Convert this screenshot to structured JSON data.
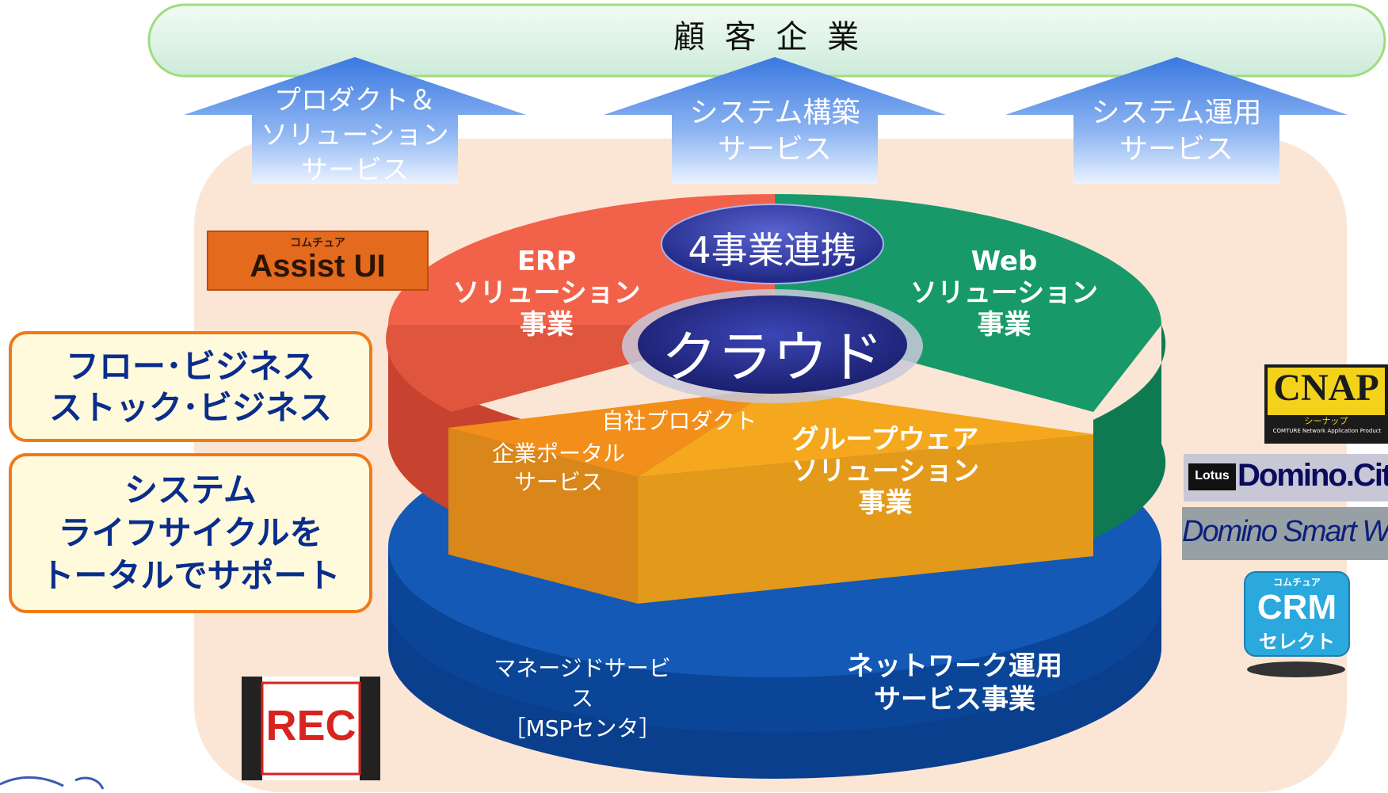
{
  "customer": {
    "label": "顧 客 企 業"
  },
  "arrows": [
    {
      "lines": [
        "プロダクト＆",
        "ソリューション",
        "サービス"
      ]
    },
    {
      "lines": [
        "システム構築",
        "サービス"
      ]
    },
    {
      "lines": [
        "システム運用",
        "サービス"
      ]
    }
  ],
  "hub": {
    "top_label": "4事業連携",
    "center_label": "クラウド"
  },
  "segments": {
    "erp": [
      "ERP",
      "ソリューション",
      "事業"
    ],
    "web": [
      "Web",
      "ソリューション",
      "事業"
    ],
    "groupware": [
      "グループウェア",
      "ソリューション",
      "事業"
    ],
    "own_product": "自社プロダクト",
    "portal": [
      "企業ポータル",
      "サービス"
    ],
    "managed": [
      "マネージドサービス",
      "［MSPセンタ］"
    ],
    "network": [
      "ネットワーク運用",
      "サービス事業"
    ]
  },
  "side_boxes": {
    "box1": [
      "フロー･ビジネス",
      "ストック･ビジネス"
    ],
    "box2": [
      "システム",
      "ライフサイクルを",
      "トータルでサポート"
    ]
  },
  "products": {
    "assist_ui": {
      "small": "コムチュア",
      "name": "Assist UI"
    },
    "cnap": {
      "name": "CNAP",
      "kana": "シーナップ",
      "desc": "COMTURE Network Application Product"
    },
    "domino_city": {
      "prefix": "Lotus",
      "name": "Domino.City"
    },
    "domino_smart_web": {
      "name": "Domino Smart Web"
    },
    "crm": {
      "small": "コムチュア",
      "name": "CRM",
      "sub": "セレクト"
    },
    "rec": {
      "name": "REC"
    }
  },
  "colors": {
    "erp": "#f2624a",
    "web": "#17996a",
    "groupware": "#f5a81e",
    "blue_ring": "#0e4fa6",
    "banner": "#dff5e8",
    "arrow": "#5d92e8",
    "box_border": "#ef7a17",
    "box_fill": "#fffadb",
    "cloud": "#28308a"
  }
}
